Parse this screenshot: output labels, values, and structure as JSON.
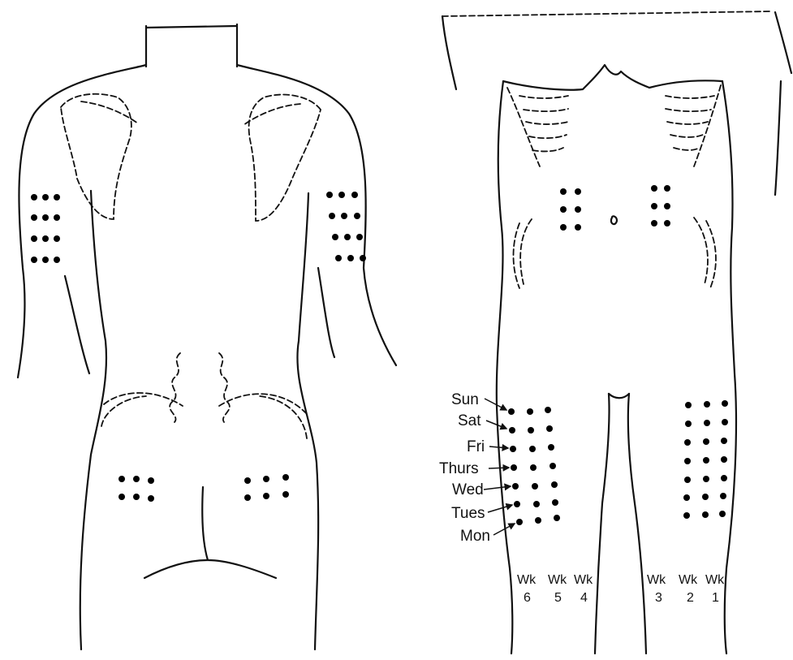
{
  "day_labels": [
    "Sun",
    "Sat",
    "Fri",
    "Thurs",
    "Wed",
    "Tues",
    "Mon"
  ],
  "week_labels": [
    {
      "top": "Wk",
      "num": "6"
    },
    {
      "top": "Wk",
      "num": "5"
    },
    {
      "top": "Wk",
      "num": "4"
    },
    {
      "top": "Wk",
      "num": "3"
    },
    {
      "top": "Wk",
      "num": "2"
    },
    {
      "top": "Wk",
      "num": "1"
    }
  ]
}
